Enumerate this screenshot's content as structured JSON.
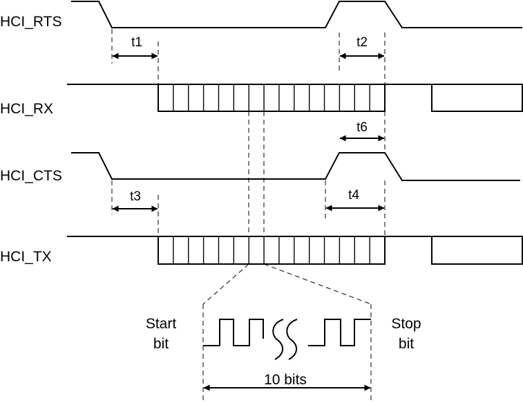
{
  "signals": {
    "rts": "HCI_RTS",
    "rx": "HCI_RX",
    "cts": "HCI_CTS",
    "tx": "HCI_TX"
  },
  "timings": {
    "t1": "t1",
    "t2": "t2",
    "t3": "t3",
    "t4": "t4",
    "t6": "t6"
  },
  "detail": {
    "start_line1": "Start",
    "start_line2": "bit",
    "stop_line1": "Stop",
    "stop_line2": "bit",
    "width_label": "10 bits"
  },
  "frame": {
    "bit_count": 15
  }
}
